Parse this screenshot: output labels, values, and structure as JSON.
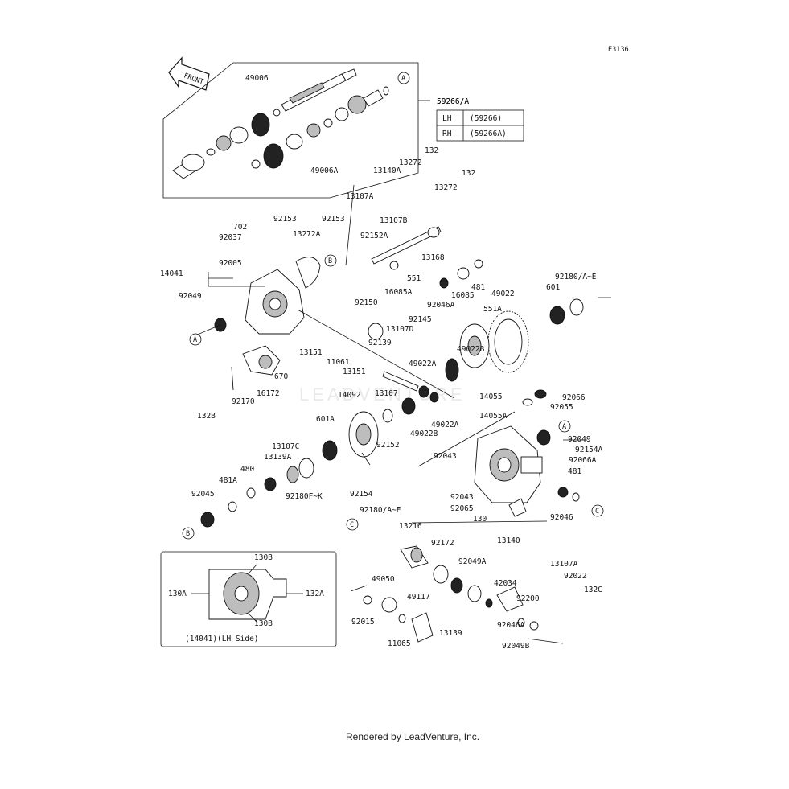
{
  "diagram_id": "E3136",
  "front_label": "FRONT",
  "footer": "Rendered by LeadVenture, Inc.",
  "watermark": "LEADVENTURE",
  "legend": {
    "assembly": "59266/A",
    "rows": [
      {
        "side": "LH",
        "part": "(59266)"
      },
      {
        "side": "RH",
        "part": "(59266A)"
      }
    ]
  },
  "inset_caption": "(14041)(LH Side)",
  "callouts": {
    "A": "A",
    "B": "B",
    "C": "C"
  },
  "labels": [
    "49006",
    "49006A",
    "59266/A",
    "132",
    "13272",
    "13140A",
    "132",
    "13272",
    "13107A",
    "13107B",
    "702",
    "92037",
    "92153",
    "92153",
    "13272A",
    "92152A",
    "13168",
    "14041",
    "92005",
    "551",
    "16085A",
    "92150",
    "481",
    "16085",
    "92046A",
    "49022",
    "601",
    "92180/A~E",
    "92049",
    "551A",
    "92145",
    "13107D",
    "92139",
    "13151",
    "11061",
    "13151",
    "49022B",
    "49022A",
    "670",
    "16172",
    "92170",
    "132B",
    "14055",
    "92066",
    "92055",
    "14092",
    "13107",
    "49022A",
    "49022B",
    "601A",
    "92152",
    "14055A",
    "92049",
    "92154A",
    "92066A",
    "481",
    "13107C",
    "13139A",
    "480",
    "481A",
    "92045",
    "92180F~K",
    "92154",
    "92043",
    "92043",
    "92065",
    "130",
    "13140",
    "92046",
    "92180/A~E",
    "13216",
    "92172",
    "92049A",
    "42034",
    "92200",
    "13107A",
    "92022",
    "132C",
    "49050",
    "49117",
    "13139",
    "92046A",
    "92049B",
    "92015",
    "11065",
    "130B",
    "130A",
    "132A",
    "130B"
  ]
}
